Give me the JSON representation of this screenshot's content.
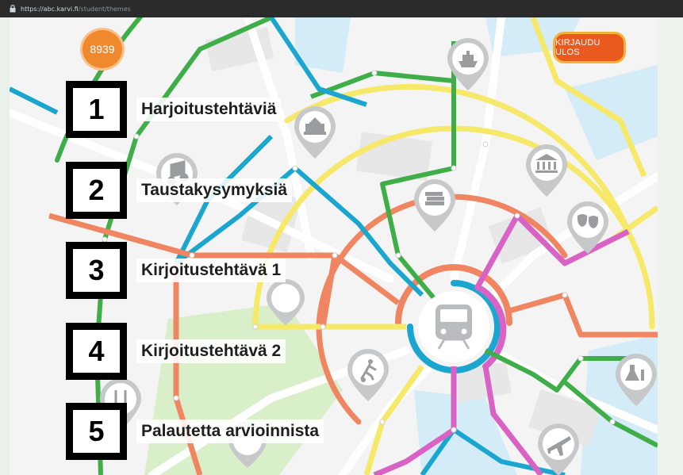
{
  "browser": {
    "url_host": "https://abc.karvi.fi",
    "url_path": "/student/themes"
  },
  "header": {
    "score": "8939",
    "logout_label": "KIRJAUDU ULOS"
  },
  "menu": [
    {
      "number": "1",
      "label": "Harjoitustehtäviä"
    },
    {
      "number": "2",
      "label": "Taustakysymyksiä"
    },
    {
      "number": "3",
      "label": "Kirjoitustehtävä 1"
    },
    {
      "number": "4",
      "label": "Kirjoitustehtävä 2"
    },
    {
      "number": "5",
      "label": "Palautetta arvioinnista"
    }
  ],
  "map": {
    "line_colors": {
      "green": "#3fae49",
      "blue": "#1aa6cf",
      "yellow": "#f6e96a",
      "orange": "#f08562",
      "pink": "#d963c4"
    },
    "pins": [
      "ship-icon",
      "school-icon",
      "music-icon",
      "museum-icon",
      "books-icon",
      "theater-icon",
      "train-icon",
      "football-icon",
      "lab-icon",
      "restaurant-icon",
      "airplane-icon"
    ]
  }
}
